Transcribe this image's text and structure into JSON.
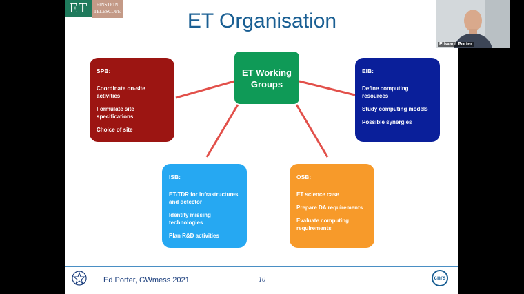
{
  "logo": {
    "letters": "ET",
    "line1": "EINSTEIN",
    "line2": "TELESCOPE"
  },
  "slide": {
    "title": "ET Organisation",
    "center": "ET Working Groups",
    "boxes": {
      "spb": {
        "heading": "SPB:",
        "items": [
          "Coordinate on-site activities",
          "Formulate site specifications",
          "Choice of site"
        ],
        "color": "#9c1512"
      },
      "eib": {
        "heading": "EIB:",
        "items": [
          "Define computing resources",
          "Study computing models",
          "Possible synergies"
        ],
        "color": "#0a1f9a"
      },
      "isb": {
        "heading": "ISB:",
        "items": [
          "ET-TDR for infrastructures and detector",
          "Identify missing technologies",
          "Plan R&D activities"
        ],
        "color": "#26a8f2"
      },
      "osb": {
        "heading": "OSB:",
        "items": [
          "ET science case",
          "Prepare DA requirements",
          "Evaluate computing requirements"
        ],
        "color": "#f79a2a"
      }
    },
    "footer": {
      "presenter": "Ed Porter, GWmess 2021",
      "page": "10",
      "cnrs": "cnrs"
    }
  },
  "video": {
    "participant_name": "Edward Porter"
  },
  "colors": {
    "title": "#1a5f93",
    "center": "#0f9a57",
    "connector": "#e2504a"
  }
}
